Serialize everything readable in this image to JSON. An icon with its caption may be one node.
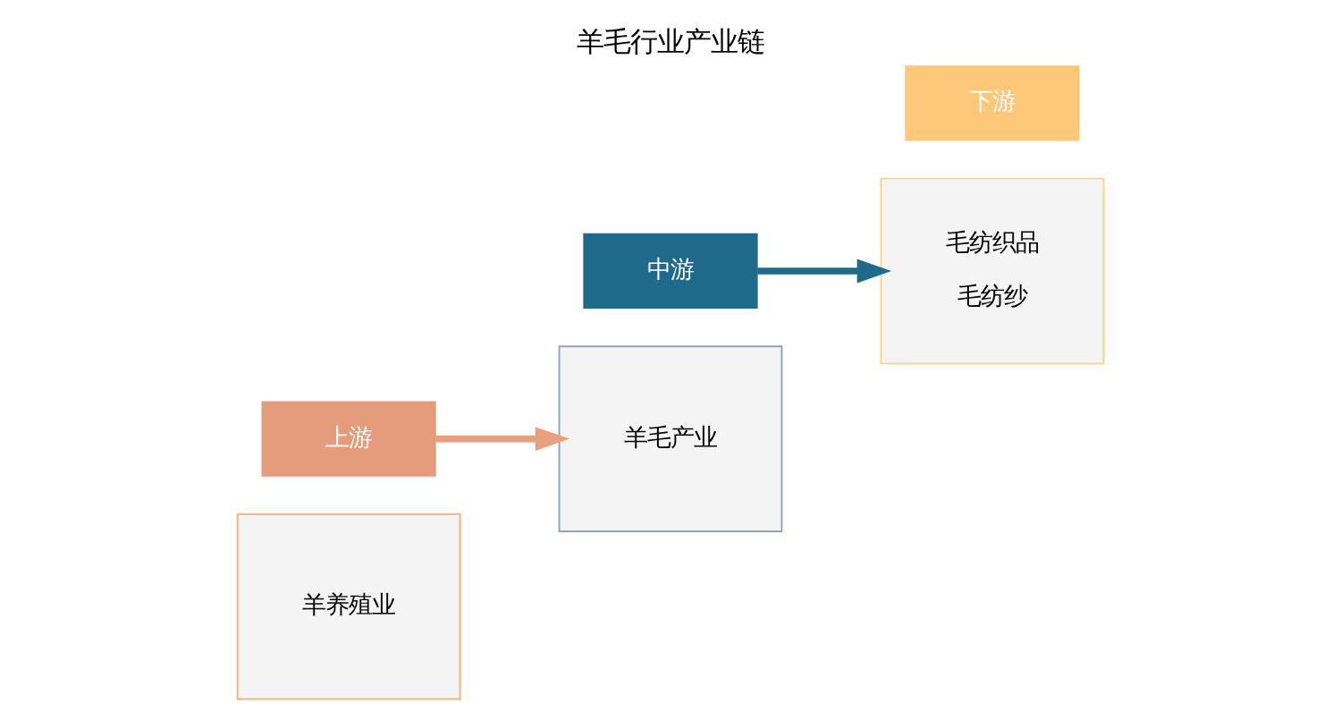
{
  "diagram": {
    "title": "羊毛行业产业链",
    "nodes": [
      {
        "text": [
          "羊养殖业"
        ]
      },
      {
        "text": [
          "上游"
        ]
      },
      {
        "text": [
          "羊毛产业"
        ]
      },
      {
        "text": [
          "中游"
        ]
      },
      {
        "text": [
          "毛纺织品",
          "毛纺纱"
        ]
      },
      {
        "text": [
          "下游"
        ]
      }
    ],
    "edges": [
      {
        "from": 1,
        "to": 2,
        "arrow": "to",
        "color": "#e8a07f"
      },
      {
        "from": 3,
        "to": 4,
        "arrow": "to",
        "color": "#1f6a8b"
      }
    ]
  }
}
